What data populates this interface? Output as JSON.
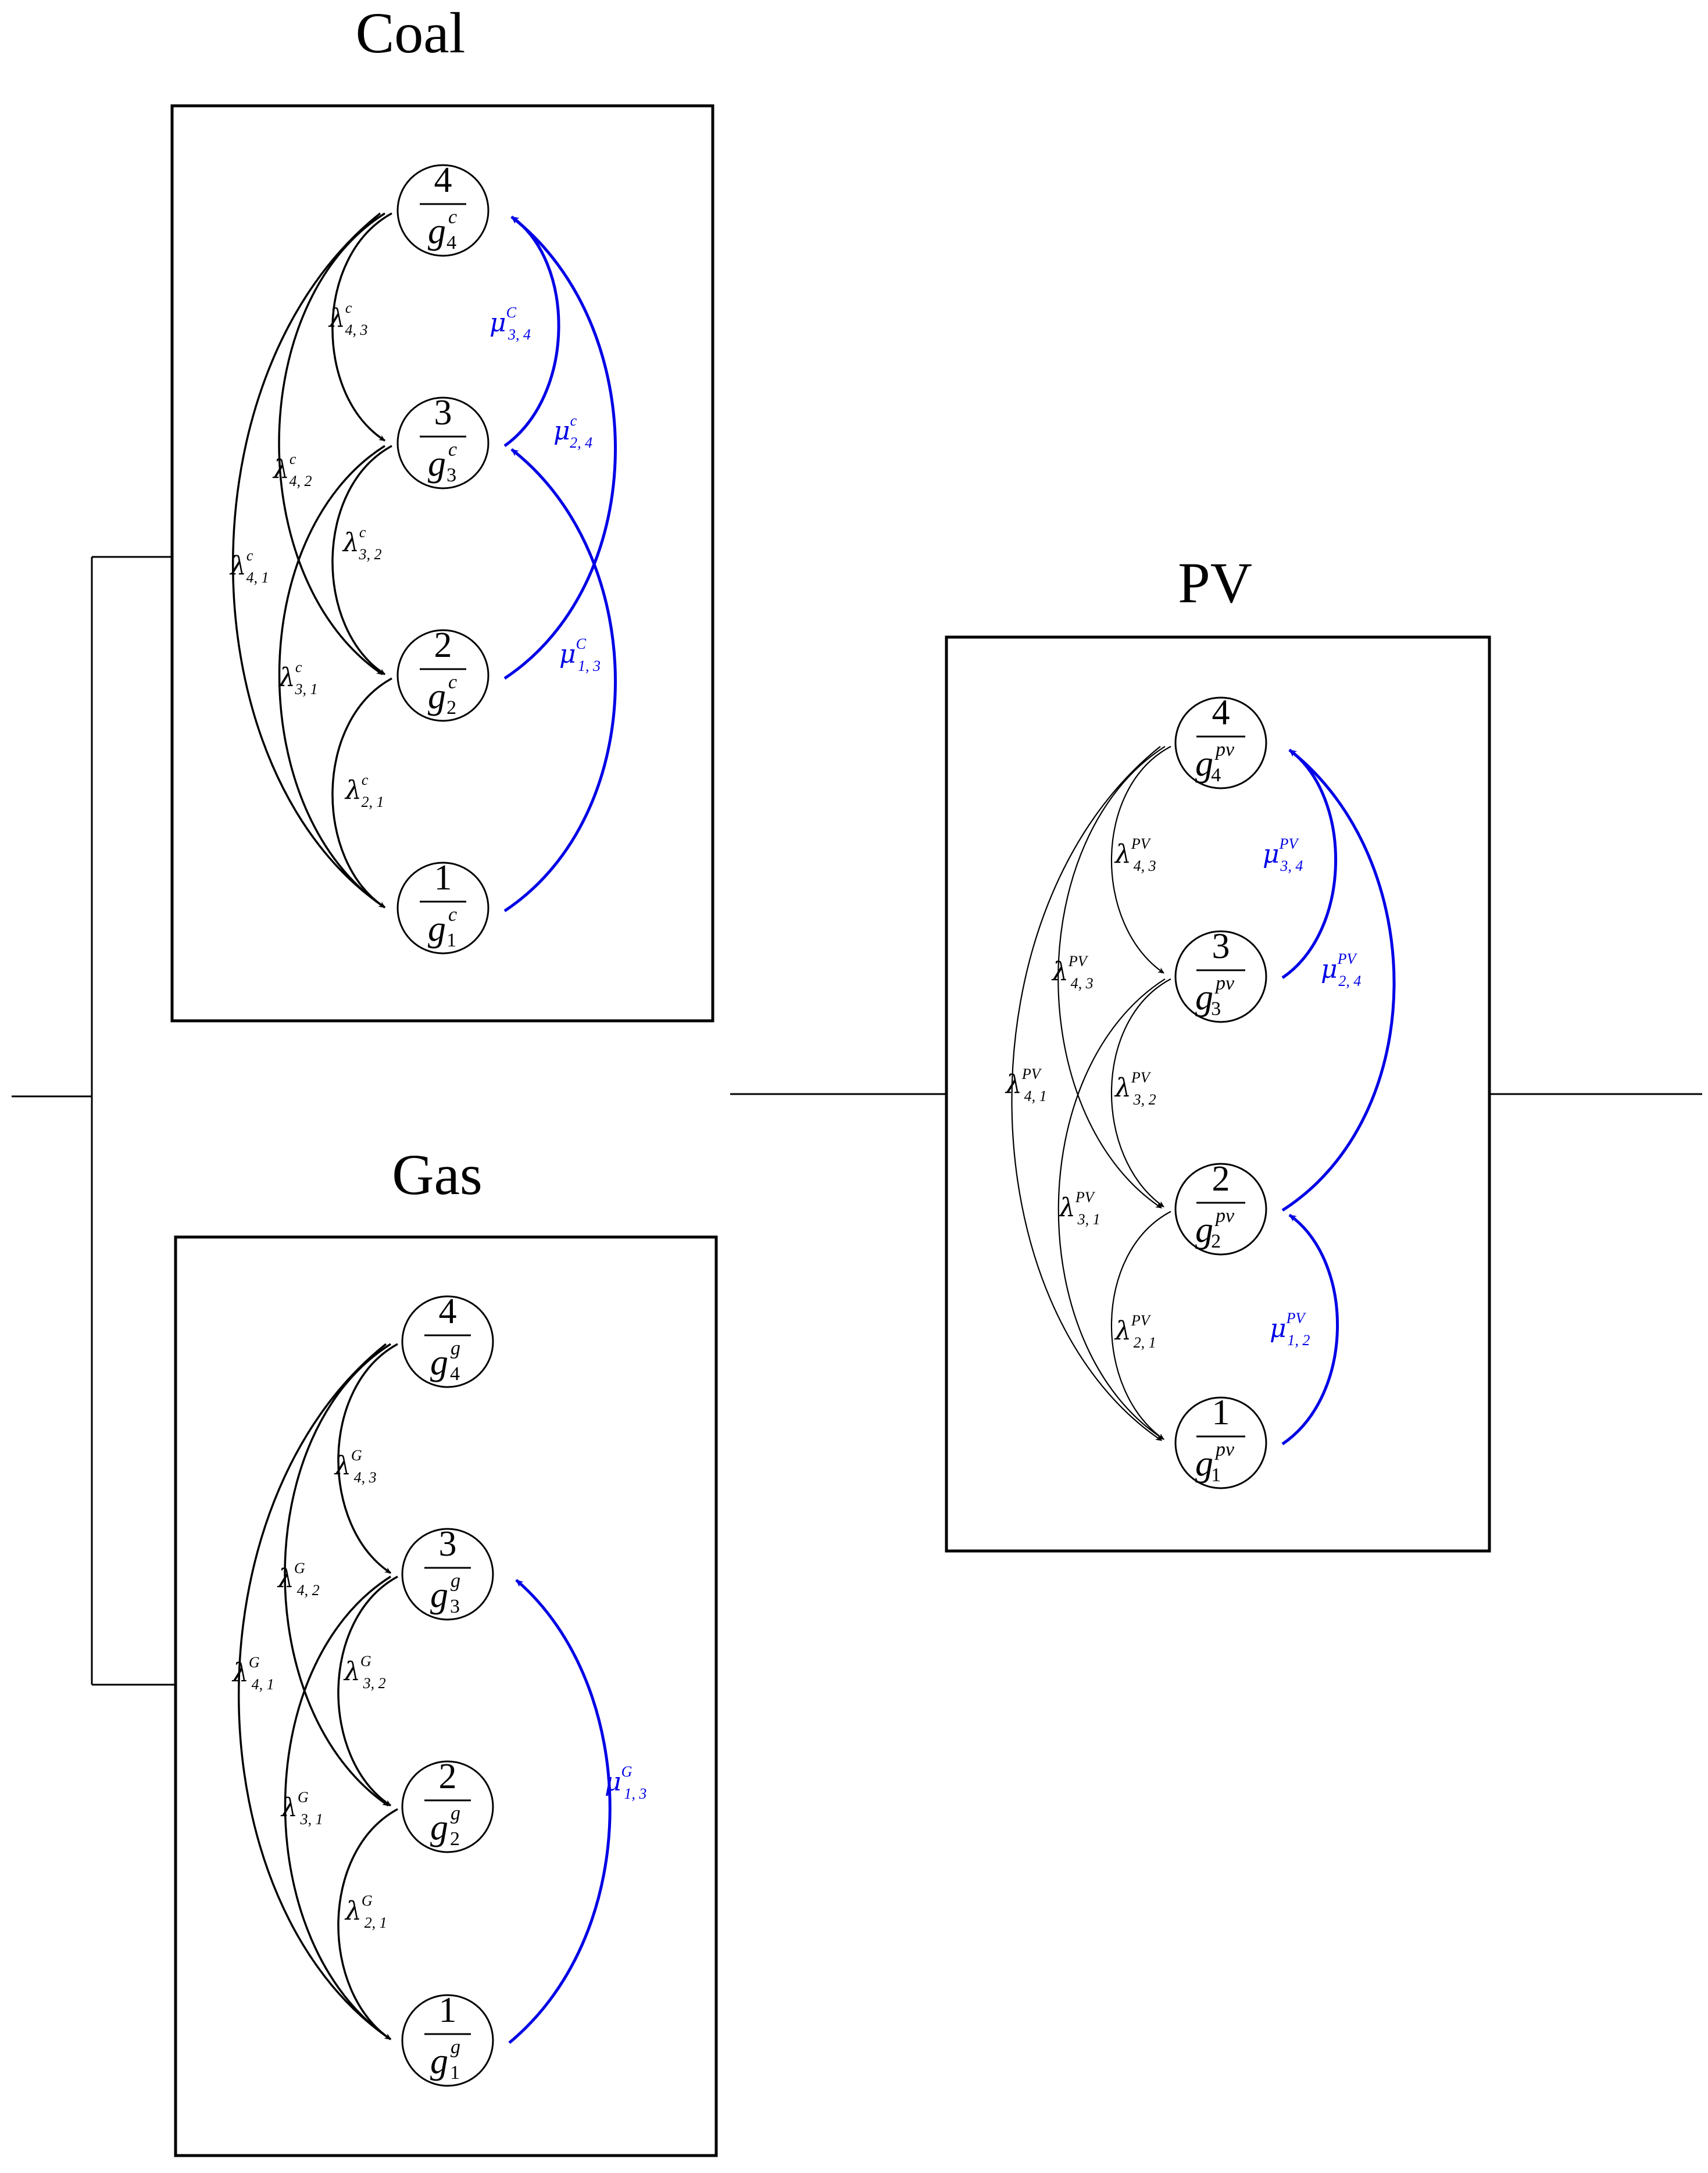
{
  "panels": [
    {
      "id": "coal",
      "title": "Coal",
      "nodes": [
        {
          "num": "4",
          "g": "g",
          "sup": "c",
          "sub": "4"
        },
        {
          "num": "3",
          "g": "g",
          "sup": "c",
          "sub": "3"
        },
        {
          "num": "2",
          "g": "g",
          "sup": "c",
          "sub": "2"
        },
        {
          "num": "1",
          "g": "g",
          "sup": "c",
          "sub": "1"
        }
      ],
      "lambda_labels": [
        {
          "sym": "λ",
          "sup": "c",
          "sub": "4, 3"
        },
        {
          "sym": "λ",
          "sup": "c",
          "sub": "4, 2"
        },
        {
          "sym": "λ",
          "sup": "c",
          "sub": "4, 1"
        },
        {
          "sym": "λ",
          "sup": "c",
          "sub": "3, 2"
        },
        {
          "sym": "λ",
          "sup": "c",
          "sub": "3, 1"
        },
        {
          "sym": "λ",
          "sup": "c",
          "sub": "2, 1"
        }
      ],
      "mu_labels": [
        {
          "sym": "μ",
          "sup": "C",
          "sub": "3, 4"
        },
        {
          "sym": "μ",
          "sup": "c",
          "sub": "2, 4"
        },
        {
          "sym": "μ",
          "sup": "C",
          "sub": "1, 3"
        }
      ]
    },
    {
      "id": "gas",
      "title": "Gas",
      "nodes": [
        {
          "num": "4",
          "g": "g",
          "sup": "g",
          "sub": "4"
        },
        {
          "num": "3",
          "g": "g",
          "sup": "g",
          "sub": "3"
        },
        {
          "num": "2",
          "g": "g",
          "sup": "g",
          "sub": "2"
        },
        {
          "num": "1",
          "g": "g",
          "sup": "g",
          "sub": "1"
        }
      ],
      "lambda_labels": [
        {
          "sym": "λ",
          "sup": "G",
          "sub": "4, 3"
        },
        {
          "sym": "λ",
          "sup": "G",
          "sub": "4, 2"
        },
        {
          "sym": "λ",
          "sup": "G",
          "sub": "4, 1"
        },
        {
          "sym": "λ",
          "sup": "G",
          "sub": "3, 2"
        },
        {
          "sym": "λ",
          "sup": "G",
          "sub": "3, 1"
        },
        {
          "sym": "λ",
          "sup": "G",
          "sub": "2, 1"
        }
      ],
      "mu_labels": [
        {
          "sym": "μ",
          "sup": "G",
          "sub": "1, 3"
        }
      ]
    },
    {
      "id": "pv",
      "title": "PV",
      "nodes": [
        {
          "num": "4",
          "g": "g",
          "sup": "pv",
          "sub": "4"
        },
        {
          "num": "3",
          "g": "g",
          "sup": "pv",
          "sub": "3"
        },
        {
          "num": "2",
          "g": "g",
          "sup": "pv",
          "sub": "2"
        },
        {
          "num": "1",
          "g": "g",
          "sup": "pv",
          "sub": "1"
        }
      ],
      "lambda_labels": [
        {
          "sym": "λ",
          "sup": "PV",
          "sub": "4, 3"
        },
        {
          "sym": "λ",
          "sup": "PV",
          "sub": "4, 3"
        },
        {
          "sym": "λ",
          "sup": "PV",
          "sub": "4, 1"
        },
        {
          "sym": "λ",
          "sup": "PV",
          "sub": "3, 2"
        },
        {
          "sym": "λ",
          "sup": "PV",
          "sub": "3, 1"
        },
        {
          "sym": "λ",
          "sup": "PV",
          "sub": "2, 1"
        }
      ],
      "mu_labels": [
        {
          "sym": "μ",
          "sup": "PV",
          "sub": "3, 4"
        },
        {
          "sym": "μ",
          "sup": "PV",
          "sub": "2, 4"
        },
        {
          "sym": "μ",
          "sup": "PV",
          "sub": "1, 2"
        }
      ]
    }
  ],
  "colors": {
    "transition_down": "#000000",
    "transition_up": "#0000e6"
  }
}
